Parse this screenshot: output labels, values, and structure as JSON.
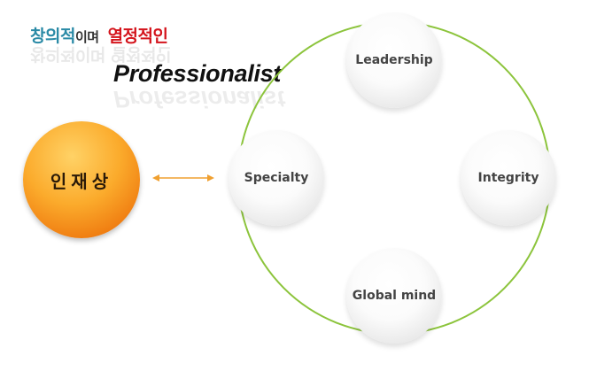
{
  "slogan": {
    "part1": "창의적",
    "part2": "이며",
    "part3": "열정적인",
    "subtitle": "Professionalist"
  },
  "core": {
    "label": "인재상"
  },
  "values": {
    "top": "Leadership",
    "left": "Specialty",
    "right": "Integrity",
    "bottom": "Global mind"
  },
  "colors": {
    "accent_blue": "#2a8aa6",
    "accent_red": "#d4141c",
    "core_orange": "#f39a1e",
    "ring_green": "#8cc43c",
    "arrow": "#f0a030"
  }
}
